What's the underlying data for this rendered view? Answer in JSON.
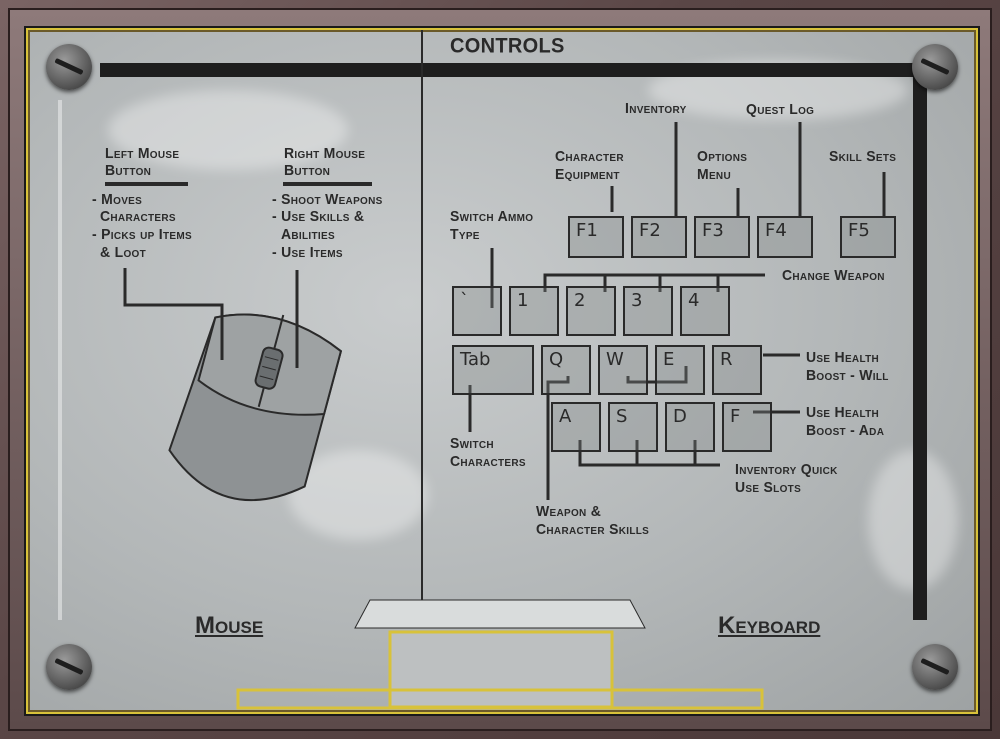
{
  "title": "CONTROLS",
  "mouse": {
    "heading": "Mouse",
    "left_button": {
      "title_line1": "Left Mouse",
      "title_line2": "Button",
      "items": [
        "- Moves",
        "Characters",
        "- Picks up Items",
        "& Loot"
      ]
    },
    "right_button": {
      "title_line1": "Right Mouse",
      "title_line2": "Button",
      "items": [
        "- Shoot Weapons",
        "- Use Skills &",
        "Abilities",
        "- Use Items"
      ]
    }
  },
  "keyboard": {
    "heading": "Keyboard",
    "fkeys": [
      "F1",
      "F2",
      "F3",
      "F4",
      "F5"
    ],
    "number_keys": [
      "`",
      "1",
      "2",
      "3",
      "4"
    ],
    "row_qwer": [
      "Tab",
      "Q",
      "W",
      "E",
      "R"
    ],
    "row_asdf": [
      "A",
      "S",
      "D",
      "F"
    ],
    "labels": {
      "inventory": "Inventory",
      "quest_log": "Quest Log",
      "character_equipment_1": "Character",
      "character_equipment_2": "Equipment",
      "options_menu_1": "Options",
      "options_menu_2": "Menu",
      "skill_sets": "Skill Sets",
      "switch_ammo_1": "Switch Ammo",
      "switch_ammo_2": "Type",
      "change_weapon": "Change Weapon",
      "use_health_will_1": "Use Health",
      "use_health_will_2": "Boost - Will",
      "use_health_ada_1": "Use Health",
      "use_health_ada_2": "Boost - Ada",
      "switch_characters_1": "Switch",
      "switch_characters_2": "Characters",
      "inventory_quick_1": "Inventory Quick",
      "inventory_quick_2": "Use Slots",
      "weapon_skills_1": "Weapon &",
      "weapon_skills_2": "Character Skills"
    }
  },
  "colors": {
    "panel": "#b3b7b8",
    "frame": "#5a4646",
    "trim": "#d8c23a",
    "ink": "#2a2a2a"
  }
}
